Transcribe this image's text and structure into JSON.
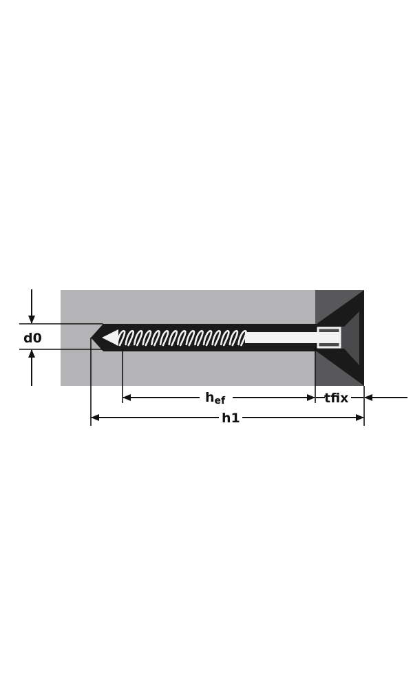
{
  "labels": {
    "d0": "d0",
    "hef_main": "h",
    "hef_sub": "ef",
    "tfix": "tfix",
    "h1": "h1"
  },
  "colors": {
    "base_material": "#b4b4b6",
    "fixture": "#58585b",
    "anchor_body": "#1a1a1a",
    "thread": "#f2f2f2",
    "line": "#111111"
  }
}
